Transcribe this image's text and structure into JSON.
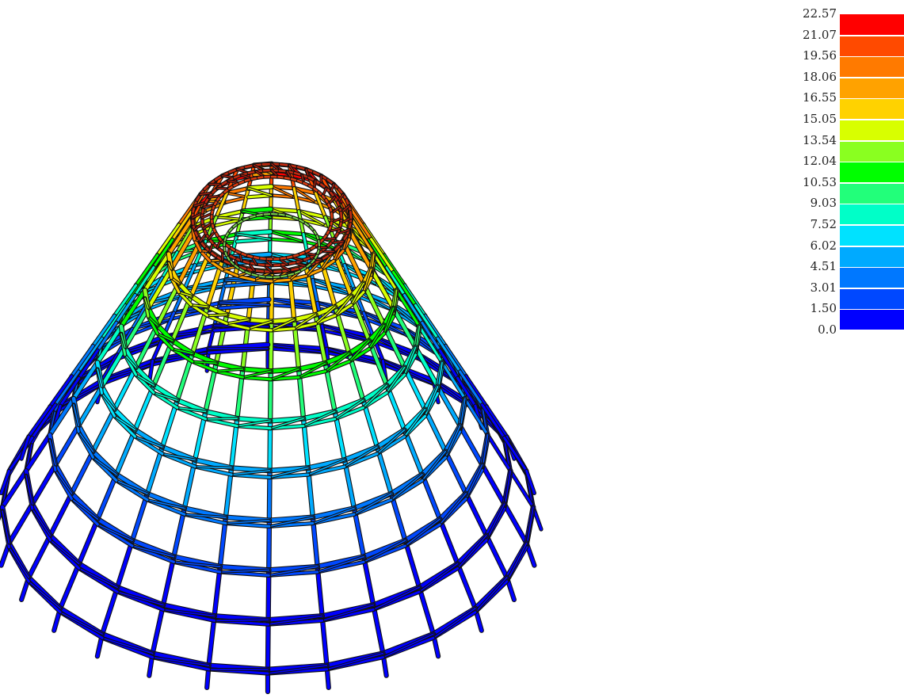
{
  "legend": {
    "labels": [
      "22.57",
      "21.07",
      "19.56",
      "18.06",
      "16.55",
      "15.05",
      "13.54",
      "12.04",
      "10.53",
      "9.03",
      "7.52",
      "6.02",
      "4.51",
      "3.01",
      "1.50",
      "0.0"
    ],
    "colors": [
      "#ff0000",
      "#ff4a00",
      "#ff7a00",
      "#ffa200",
      "#ffd200",
      "#d8ff00",
      "#8aff20",
      "#00ff00",
      "#22ff7a",
      "#00ffc8",
      "#00e2ff",
      "#00aaff",
      "#0078ff",
      "#0048ff",
      "#0000ff"
    ]
  },
  "structure": {
    "color_scale_min": 0.0,
    "color_scale_max": 22.57
  }
}
